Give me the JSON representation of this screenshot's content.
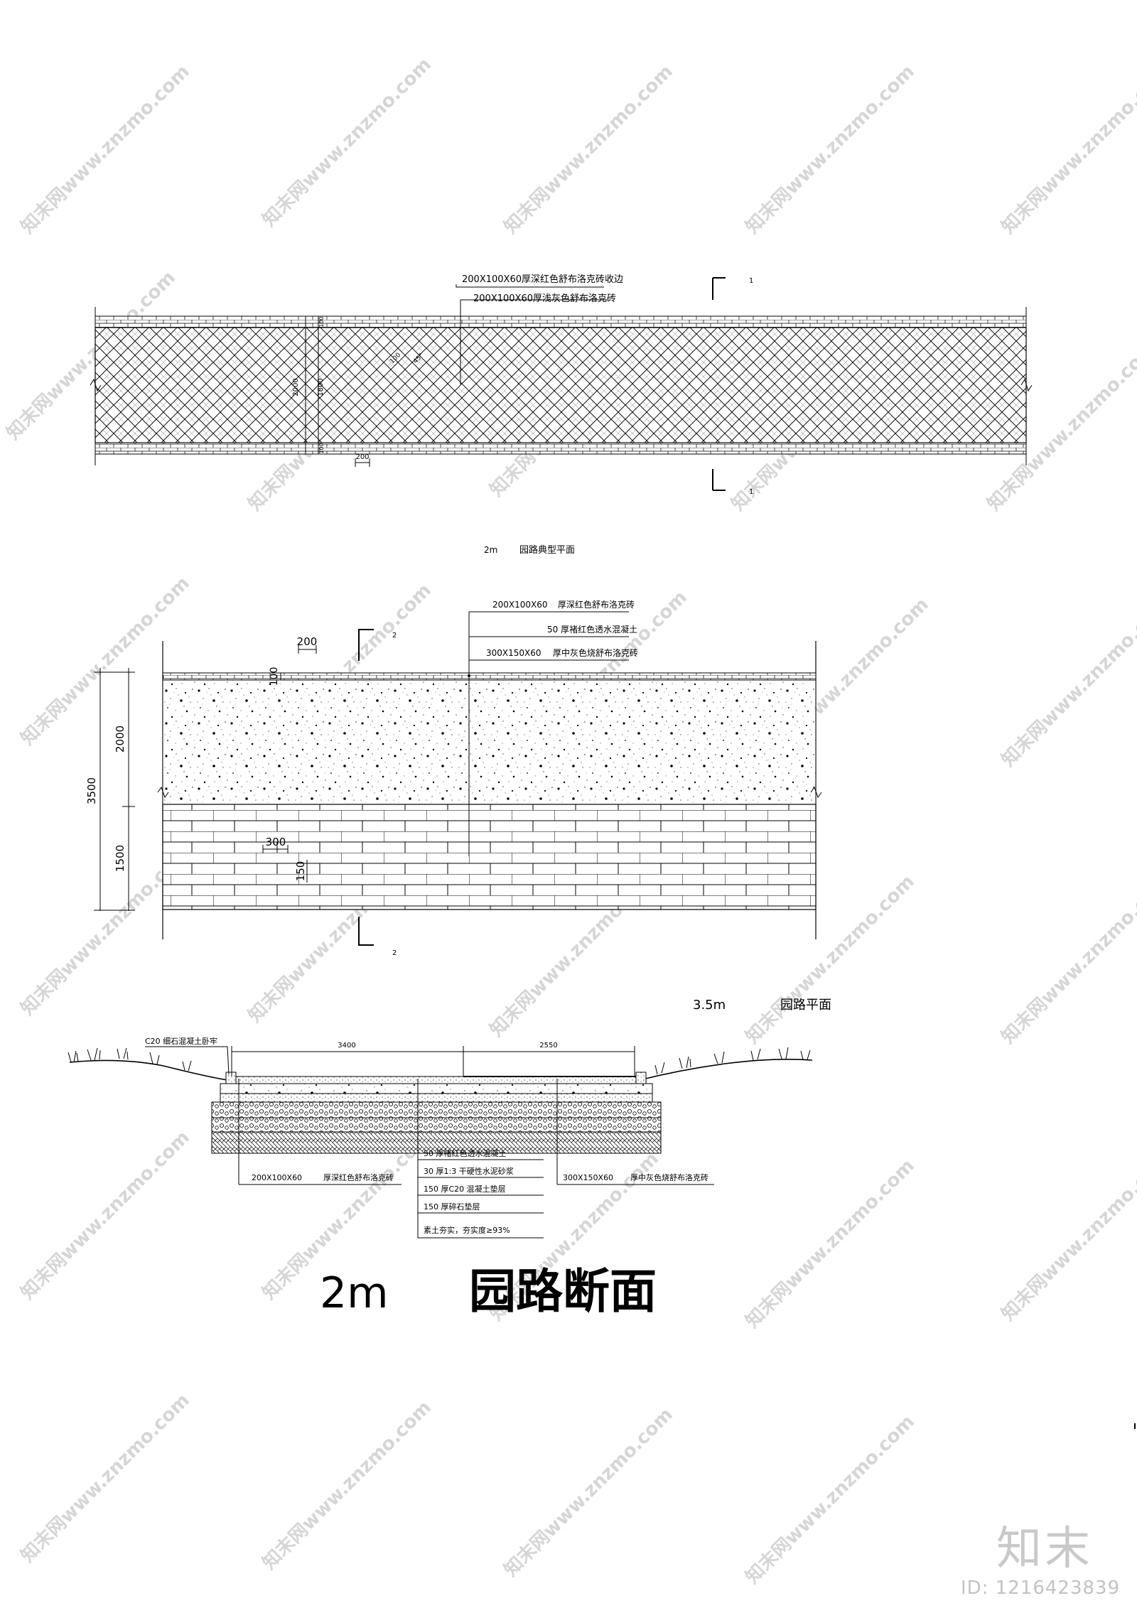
{
  "plan_2m": {
    "note_border": "200X100X60厚深红色舒布洛克砖收边",
    "note_field": "200X100X60厚浅灰色舒布洛克砖",
    "dim_total": "2000",
    "dim_inner": "1800",
    "dim_edge": "100",
    "dim_brick": "200",
    "dim_diag_a": "100",
    "dim_diag_b": "45°",
    "section_mark": "1",
    "title_size": "2m",
    "title_text": "园路典型平面"
  },
  "plan_35m": {
    "note_1": "200X100X60",
    "note_1_desc": "厚深红色舒布洛克砖",
    "note_2": "50 厚褚红色透水混凝土",
    "note_3": "300X150X60",
    "note_3_desc": "厚中灰色烧舒布洛克砖",
    "dim_brick_top": "200",
    "dim_edge_top": "100",
    "dim_total": "3500",
    "dim_upper": "2000",
    "dim_lower": "1500",
    "dim_brick_w": "300",
    "dim_brick_h": "150",
    "section_mark": "2",
    "title_size": "3.5m",
    "title_text": "园路平面"
  },
  "section_2m": {
    "curb_note": "C20  细石混凝土卧牢",
    "dim_left": "3400",
    "dim_right": "2550",
    "layer_left": "200X100X60",
    "layer_left_desc": "厚深红色舒布洛克砖",
    "layer_right": "300X150X60",
    "layer_right_desc": "厚中灰色烧舒布洛克砖",
    "layers": [
      "50 厚褚红色透水混凝土",
      "30 厚1:3 干硬性水泥砂浆",
      "150 厚C20  混凝土垫层",
      "150 厚碎石垫层",
      "素土夯实，夯实度≥93%"
    ],
    "title_size": "2m",
    "title_text": "园路断面"
  },
  "watermark": "知末网www.znzmo.com",
  "brand": "知末",
  "id_label": "ID: 1216423839"
}
